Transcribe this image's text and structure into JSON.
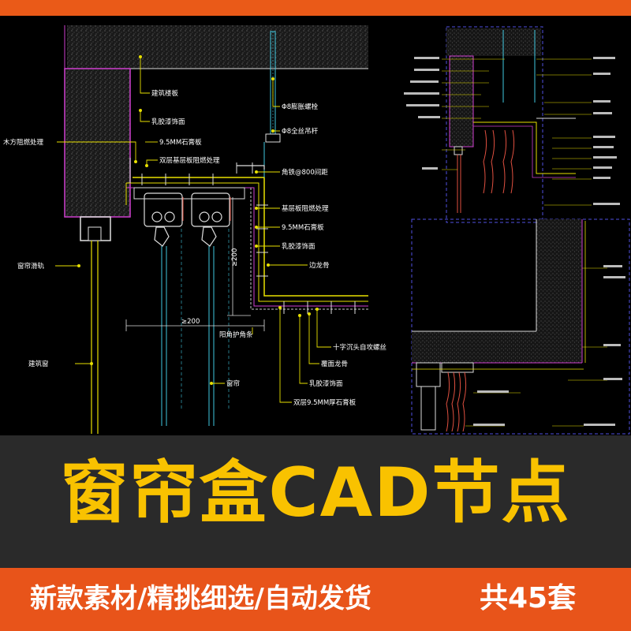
{
  "main_detail": {
    "labels": {
      "building_slab": "建筑楼板",
      "latex_paint_1": "乳胶漆饰面",
      "wood_fireproof": "木方阻燃处理",
      "gypsum_9_5_top": "9.5MM石膏板",
      "double_layer_fireproof": "双层基层板阻燃处理",
      "expansion_bolt": "Φ8膨胀螺栓",
      "hanger_rod": "Φ8全丝吊杆",
      "angle_iron": "角铁@800间距",
      "base_board_fireproof": "基层板阻燃处理",
      "gypsum_9_5": "9.5MM石膏板",
      "latex_paint_2": "乳胶漆饰面",
      "edge_keel": "边龙骨",
      "curtain_track": "窗帘滑轨",
      "dim_200_v": "≥200",
      "dim_200_h": "≥200",
      "corner_bead": "阳角护角条",
      "cross_screw": "十字沉头自攻螺丝",
      "cover_keel": "覆面龙骨",
      "latex_paint_3": "乳胶漆饰面",
      "double_gypsum": "双层9.5MM厚石膏板",
      "building_window": "建筑窗",
      "curtain": "窗帘"
    }
  },
  "banner": {
    "title": "窗帘盒CAD节点",
    "slogan": "新款素材/精挑细选/自动发货",
    "count": "共45套"
  },
  "colors": {
    "accent_orange": "#e8541a",
    "title_yellow": "#f9c200",
    "banner_bg": "#2a2a2a",
    "cad_yellow": "#e8e000",
    "cad_magenta": "#d040d0",
    "cad_cyan": "#40c8e0"
  }
}
